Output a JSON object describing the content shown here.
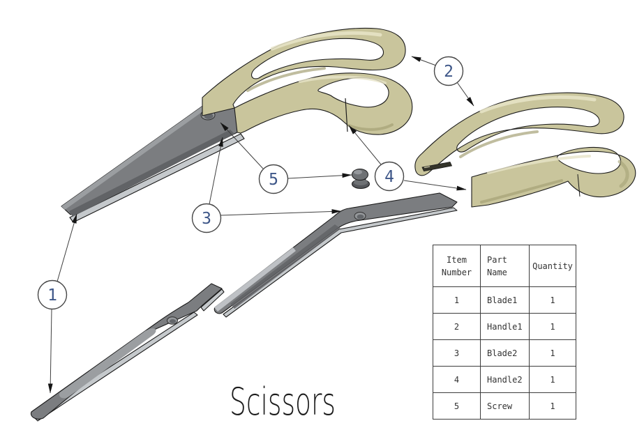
{
  "title": "Scissors",
  "balloons": [
    {
      "label": "1"
    },
    {
      "label": "2"
    },
    {
      "label": "3"
    },
    {
      "label": "4"
    },
    {
      "label": "5"
    }
  ],
  "bom_table": {
    "headers": [
      "Item Number",
      "Part Name",
      "Quantity"
    ],
    "rows": [
      {
        "item": "1",
        "part": "Blade1",
        "qty": "1"
      },
      {
        "item": "2",
        "part": "Handle1",
        "qty": "1"
      },
      {
        "item": "3",
        "part": "Blade2",
        "qty": "1"
      },
      {
        "item": "4",
        "part": "Handle2",
        "qty": "1"
      },
      {
        "item": "5",
        "part": "Screw",
        "qty": "1"
      }
    ]
  },
  "colors": {
    "handle": "#c9c59c",
    "handle_shadow": "#a5a176",
    "handle_highlight": "#e7e4c8",
    "blade": "#7b7d80",
    "blade_bevel": "#616366",
    "blade_light": "#9b9ea1",
    "blade_edge": "#c5c9cc",
    "outline": "#1a1a1a",
    "leader": "#3f3f3f",
    "balloon_text": "#3d5688",
    "table_border": "#3c3c3c",
    "text": "#333333"
  }
}
